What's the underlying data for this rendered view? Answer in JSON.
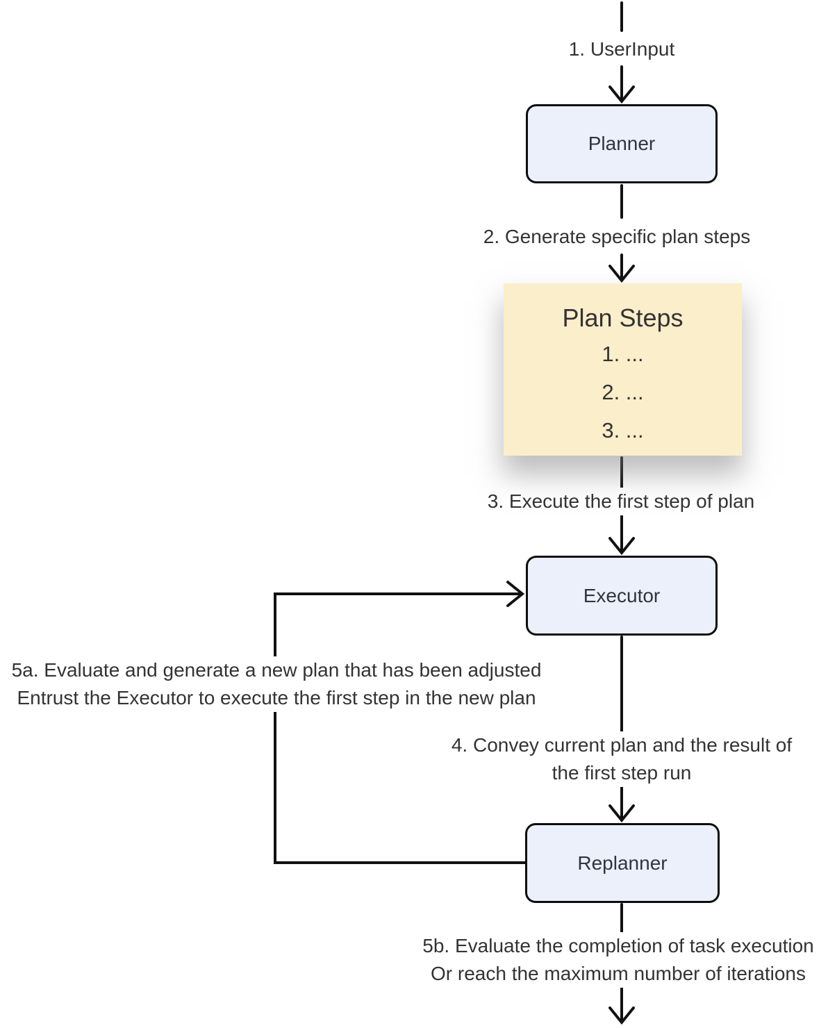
{
  "nodes": {
    "planner": {
      "label": "Planner"
    },
    "plan_steps": {
      "title": "Plan Steps",
      "items": [
        "1. ...",
        "2. ...",
        "3. ..."
      ]
    },
    "executor": {
      "label": "Executor"
    },
    "replanner": {
      "label": "Replanner"
    }
  },
  "edge_labels": {
    "user_input": "1. UserInput",
    "generate_steps": "2. Generate specific plan steps",
    "execute_first": "3. Execute the first step of plan",
    "convey": {
      "line1": "4. Convey current plan and the result of",
      "line2": "the first step run"
    },
    "replan": {
      "line1": "5a. Evaluate and generate a new plan that has been adjusted",
      "line2": "Entrust the Executor to execute the first step in the new plan"
    },
    "finish": {
      "line1": "5b. Evaluate the completion of task execution",
      "line2": "Or reach the maximum number of iterations"
    }
  },
  "colors": {
    "node_fill": "#ebf0fa",
    "node_border": "#0d0d0d",
    "plan_steps_fill": "#fbeeca",
    "connector": "#111111",
    "text": "#333333",
    "background": "#ffffff"
  }
}
